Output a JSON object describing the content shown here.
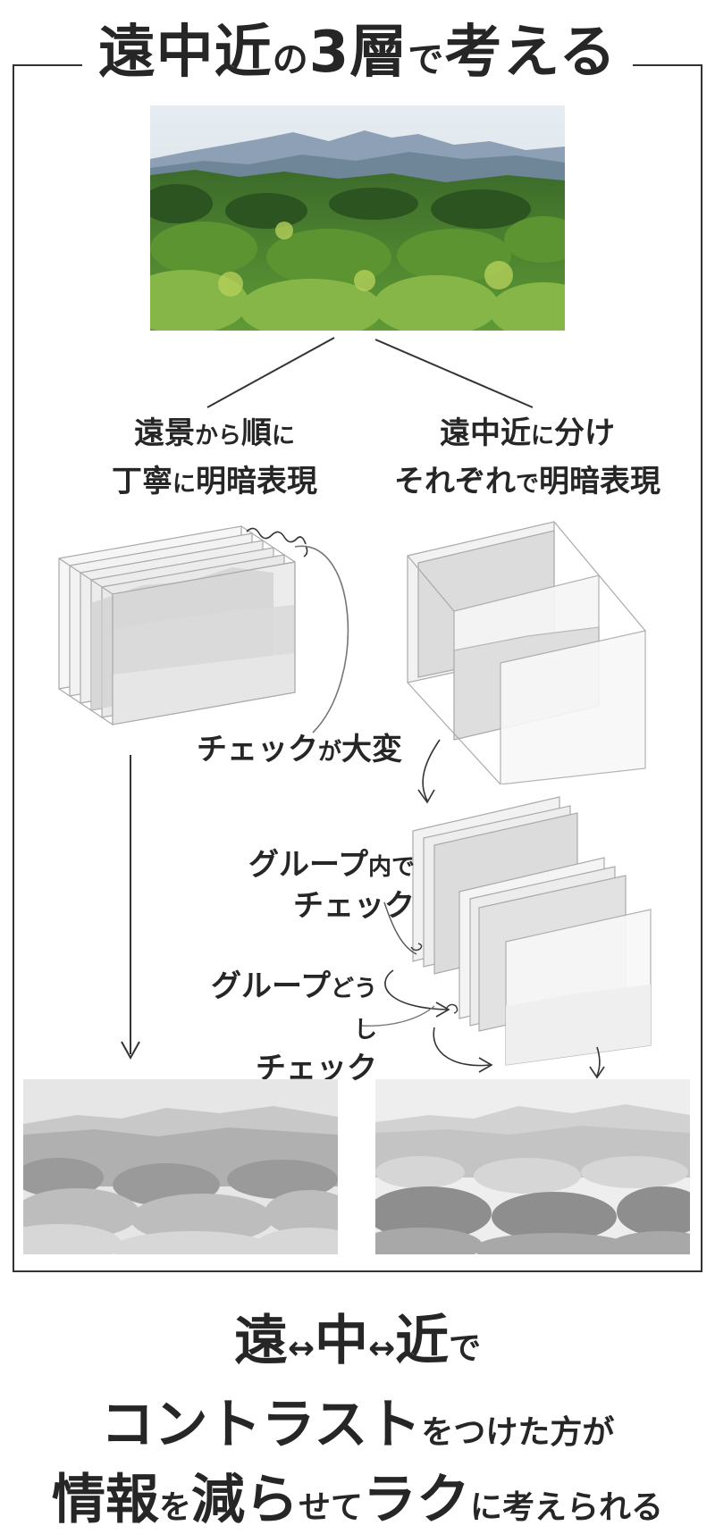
{
  "title": {
    "part1": "遠中近",
    "part2": "の",
    "part3": "3層",
    "part4": "で",
    "part5": "考える"
  },
  "left_label": {
    "line1_a": "遠景",
    "line1_b": "から",
    "line1_c": "順",
    "line1_d": "に",
    "line2_a": "丁寧",
    "line2_b": "に",
    "line2_c": "明暗表現"
  },
  "right_label": {
    "line1_a": "遠中近",
    "line1_b": "に",
    "line1_c": "分け",
    "line2_a": "それぞれ",
    "line2_b": "で",
    "line2_c": "明暗表現"
  },
  "check_label": {
    "a": "チェック",
    "b": "が",
    "c": "大変"
  },
  "group_inner_label": {
    "line1_a": "グループ",
    "line1_b": "内で",
    "line2": "チェック"
  },
  "group_between_label": {
    "line1_a": "グループ",
    "line1_b": "どうし",
    "line2": "チェック"
  },
  "bottom": {
    "line1_a": "遠",
    "line1_b": "↔",
    "line1_c": "中",
    "line1_d": "↔",
    "line1_e": "近",
    "line1_f": "で",
    "line2_a": "コントラスト",
    "line2_b": "をつけた方が",
    "line3_a": "情報",
    "line3_b": "を",
    "line3_c": "減ら",
    "line3_d": "せて",
    "line3_e": "ラク",
    "line3_f": "に考えられる"
  },
  "colors": {
    "sky": "#d9e3ea",
    "mountain_far": "#7f93aa",
    "forest_dark": "#2f5a22",
    "forest_mid": "#4f8a2e",
    "forest_light": "#9cc357",
    "gray_light": "#dcdcdc",
    "gray_mid": "#b4b4b4",
    "gray_dark": "#8a8a8a",
    "line": "#333333"
  }
}
